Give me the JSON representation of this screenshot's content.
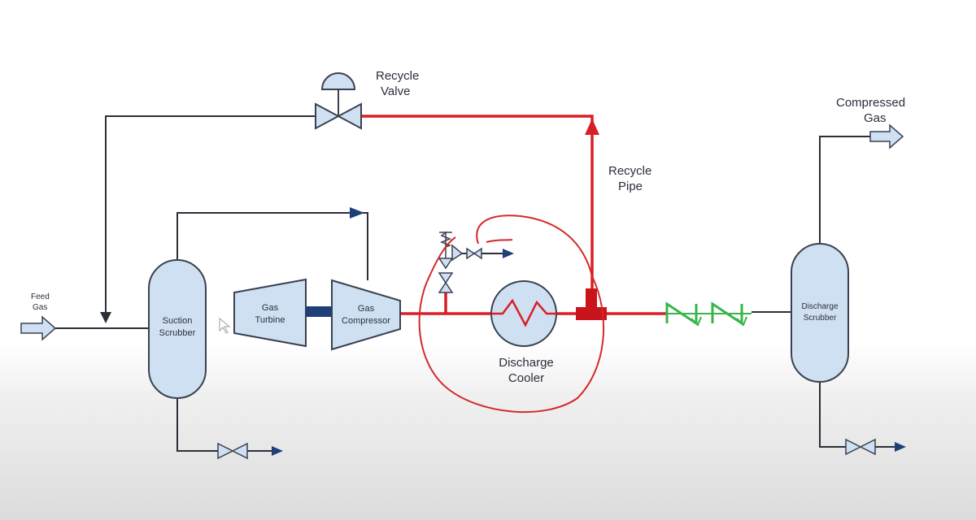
{
  "labels": {
    "recycle_valve_1": "Recycle",
    "recycle_valve_2": "Valve",
    "recycle_pipe_1": "Recycle",
    "recycle_pipe_2": "Pipe",
    "compressed_gas_1": "Compressed",
    "compressed_gas_2": "Gas",
    "feed_gas_1": "Feed",
    "feed_gas_2": "Gas",
    "suction_scrubber_1": "Suction",
    "suction_scrubber_2": "Scrubber",
    "gas_turbine_1": "Gas",
    "gas_turbine_2": "Turbine",
    "gas_compressor_1": "Gas",
    "gas_compressor_2": "Compressor",
    "discharge_cooler_1": "Discharge",
    "discharge_cooler_2": "Cooler",
    "discharge_scrubber_1": "Discharge",
    "discharge_scrubber_2": "Scrubber"
  },
  "colors": {
    "process_line": "#2b2f38",
    "recycle_line": "#d81f26",
    "vessel_fill": "#cfe0f2",
    "vessel_stroke": "#3a4150",
    "check_valve": "#39b54a",
    "annotation": "#d42a2a",
    "shaft": "#1f3f78"
  }
}
